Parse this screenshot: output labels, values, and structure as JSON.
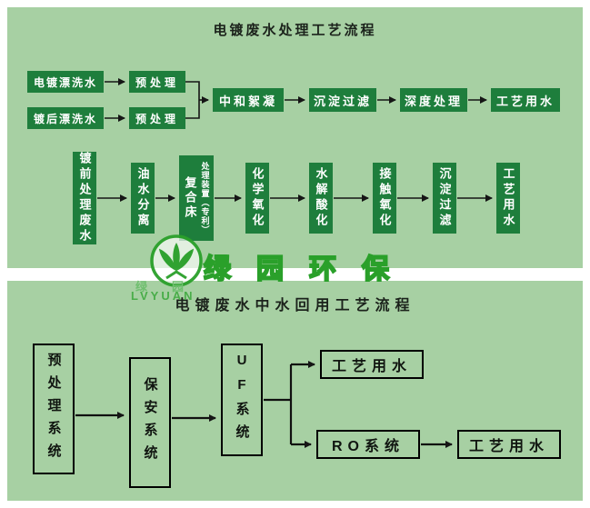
{
  "colors": {
    "panel_bg": "#a7d0a3",
    "box_fill": "#1e7e3c",
    "box_text": "#ffffff",
    "outline_box_border": "#000000",
    "title_text": "#1b221b",
    "arrow": "#151515",
    "watermark_green": "#2aa02a"
  },
  "top_panel": {
    "title": "电镀废水处理工艺流程",
    "flow1": {
      "inputs": [
        "电镀漂洗水",
        "镀后漂洗水"
      ],
      "pretreats": [
        "预处理",
        "预处理"
      ],
      "steps": [
        "中和絮凝",
        "沉淀过滤",
        "深度处理",
        "工艺用水"
      ]
    },
    "flow2": {
      "source": "镀前处理废水",
      "composite": {
        "main": "复合床",
        "sub": "处理装置（专利）"
      },
      "steps": [
        "油水分离",
        "化学氧化",
        "水解酸化",
        "接触氧化",
        "沉淀过滤",
        "工艺用水"
      ]
    }
  },
  "bottom_panel": {
    "title": "电镀废水中水回用工艺流程",
    "boxes": {
      "pretreat": "预处理系统",
      "guard": "保安系统",
      "uf": "UF系统",
      "water_uf": "工艺用水",
      "ro": "RO系统",
      "water_ro": "工艺用水"
    }
  },
  "watermark": {
    "brand": "绿园环保",
    "small": "绿园",
    "latin": "LVYUAN"
  }
}
